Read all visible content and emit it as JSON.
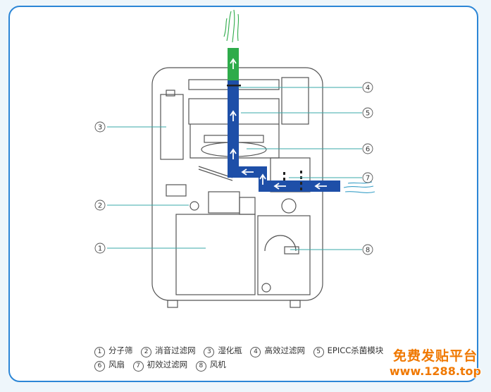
{
  "callouts": [
    {
      "num": "1",
      "label": "分子筛"
    },
    {
      "num": "2",
      "label": "消音过滤网"
    },
    {
      "num": "3",
      "label": "湿化瓶"
    },
    {
      "num": "4",
      "label": "高效过滤网"
    },
    {
      "num": "5",
      "label": "EPICC杀菌模块"
    },
    {
      "num": "6",
      "label": "风扇"
    },
    {
      "num": "7",
      "label": "初效过滤网"
    },
    {
      "num": "8",
      "label": "风机"
    }
  ],
  "colors": {
    "airflow_blue": "#1e4fa8",
    "airflow_green": "#2eab4a",
    "callout_line": "#3aaaa8",
    "outline": "#555555",
    "card_border": "#2c86d6",
    "watermark": "#f07800"
  },
  "watermark": {
    "line1": "免费发贴平台",
    "line2": "www.1288.top"
  }
}
